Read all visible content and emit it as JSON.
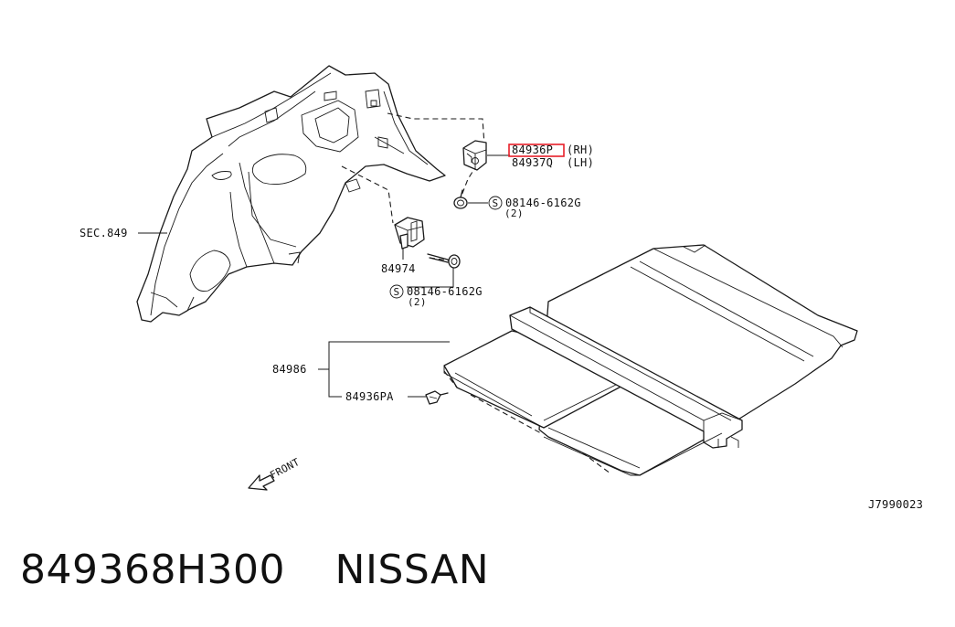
{
  "diagram": {
    "labels": {
      "sec_ref": "SEC.849",
      "part_rh": "84936P",
      "part_rh_side": "(RH)",
      "part_lh": "84937Q",
      "part_lh_side": "(LH)",
      "bolt_top": "08146-6162G",
      "bolt_top_qty": "(2)",
      "bracket": "84974",
      "bolt_mid": "08146-6162G",
      "bolt_mid_qty": "(2)",
      "board": "84986",
      "clip": "84936PA",
      "front": "FRONT",
      "drawing_code": "J7990023",
      "screw_symbol": "S"
    },
    "highlight_color": "#e8202a"
  },
  "caption": {
    "part_number": "849368H300",
    "brand": "NISSAN"
  }
}
